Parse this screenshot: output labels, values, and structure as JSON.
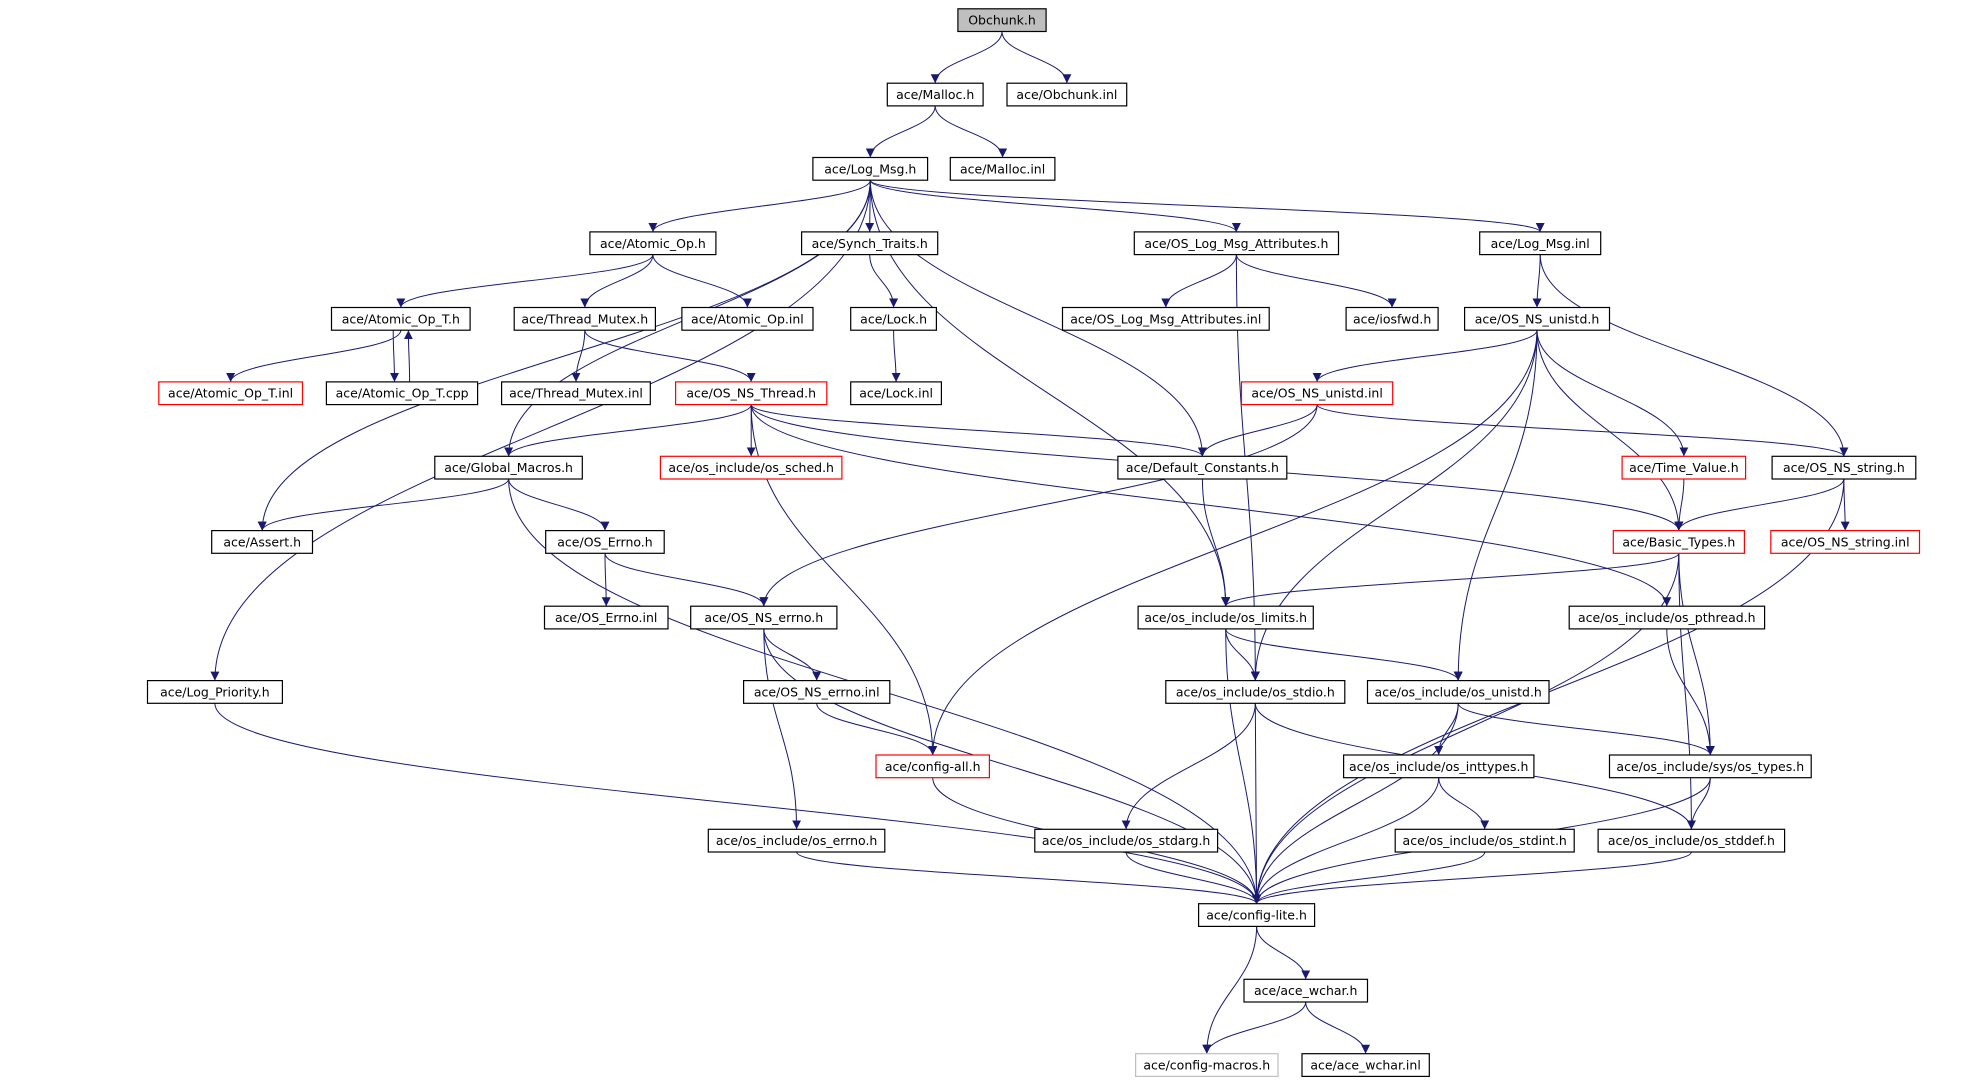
{
  "colors": {
    "edge": "#191970",
    "border_normal": "#000000",
    "border_truncated": "#ff0000",
    "border_undocumented": "#bfbfbf",
    "root_fill": "#bfbfbf",
    "fill": "#ffffff"
  },
  "nodes": [
    {
      "id": "n0",
      "label": "Obchunk.h",
      "style": "root"
    },
    {
      "id": "n1",
      "label": "ace/Malloc.h",
      "style": "normal"
    },
    {
      "id": "n2",
      "label": "ace/Obchunk.inl",
      "style": "normal"
    },
    {
      "id": "n3",
      "label": "ace/Log_Msg.h",
      "style": "normal"
    },
    {
      "id": "n4",
      "label": "ace/Malloc.inl",
      "style": "normal"
    },
    {
      "id": "n5",
      "label": "ace/Atomic_Op.h",
      "style": "normal"
    },
    {
      "id": "n6",
      "label": "ace/Synch_Traits.h",
      "style": "normal"
    },
    {
      "id": "n7",
      "label": "ace/OS_Log_Msg_Attributes.h",
      "style": "normal"
    },
    {
      "id": "n8",
      "label": "ace/Log_Msg.inl",
      "style": "normal"
    },
    {
      "id": "n9",
      "label": "ace/Atomic_Op_T.h",
      "style": "normal"
    },
    {
      "id": "n10",
      "label": "ace/Thread_Mutex.h",
      "style": "normal"
    },
    {
      "id": "n11",
      "label": "ace/Atomic_Op.inl",
      "style": "normal"
    },
    {
      "id": "n12",
      "label": "ace/Lock.h",
      "style": "normal"
    },
    {
      "id": "n13",
      "label": "ace/OS_Log_Msg_Attributes.inl",
      "style": "normal"
    },
    {
      "id": "n14",
      "label": "ace/iosfwd.h",
      "style": "normal"
    },
    {
      "id": "n15",
      "label": "ace/OS_NS_unistd.h",
      "style": "normal"
    },
    {
      "id": "n16",
      "label": "ace/Atomic_Op_T.inl",
      "style": "truncated"
    },
    {
      "id": "n17",
      "label": "ace/Atomic_Op_T.cpp",
      "style": "normal"
    },
    {
      "id": "n18",
      "label": "ace/Thread_Mutex.inl",
      "style": "normal"
    },
    {
      "id": "n19",
      "label": "ace/OS_NS_Thread.h",
      "style": "truncated"
    },
    {
      "id": "n20",
      "label": "ace/Lock.inl",
      "style": "normal"
    },
    {
      "id": "n21",
      "label": "ace/OS_NS_unistd.inl",
      "style": "truncated"
    },
    {
      "id": "n22",
      "label": "ace/Global_Macros.h",
      "style": "normal"
    },
    {
      "id": "n23",
      "label": "ace/os_include/os_sched.h",
      "style": "truncated"
    },
    {
      "id": "n24",
      "label": "ace/Default_Constants.h",
      "style": "normal"
    },
    {
      "id": "n25",
      "label": "ace/Time_Value.h",
      "style": "truncated"
    },
    {
      "id": "n26",
      "label": "ace/OS_NS_string.h",
      "style": "normal"
    },
    {
      "id": "n27",
      "label": "ace/Assert.h",
      "style": "normal"
    },
    {
      "id": "n28",
      "label": "ace/OS_Errno.h",
      "style": "normal"
    },
    {
      "id": "n29",
      "label": "ace/Basic_Types.h",
      "style": "truncated"
    },
    {
      "id": "n30",
      "label": "ace/OS_NS_string.inl",
      "style": "truncated"
    },
    {
      "id": "n31",
      "label": "ace/OS_Errno.inl",
      "style": "normal"
    },
    {
      "id": "n32",
      "label": "ace/OS_NS_errno.h",
      "style": "normal"
    },
    {
      "id": "n33",
      "label": "ace/os_include/os_limits.h",
      "style": "normal"
    },
    {
      "id": "n34",
      "label": "ace/os_include/os_pthread.h",
      "style": "normal"
    },
    {
      "id": "n35",
      "label": "ace/Log_Priority.h",
      "style": "normal"
    },
    {
      "id": "n36",
      "label": "ace/OS_NS_errno.inl",
      "style": "normal"
    },
    {
      "id": "n37",
      "label": "ace/os_include/os_stdio.h",
      "style": "normal"
    },
    {
      "id": "n38",
      "label": "ace/os_include/os_unistd.h",
      "style": "normal"
    },
    {
      "id": "n39",
      "label": "ace/config-all.h",
      "style": "truncated"
    },
    {
      "id": "n40",
      "label": "ace/os_include/os_inttypes.h",
      "style": "normal"
    },
    {
      "id": "n41",
      "label": "ace/os_include/sys/os_types.h",
      "style": "normal"
    },
    {
      "id": "n42",
      "label": "ace/os_include/os_errno.h",
      "style": "normal"
    },
    {
      "id": "n43",
      "label": "ace/os_include/os_stdarg.h",
      "style": "normal"
    },
    {
      "id": "n44",
      "label": "ace/os_include/os_stdint.h",
      "style": "normal"
    },
    {
      "id": "n45",
      "label": "ace/os_include/os_stddef.h",
      "style": "normal"
    },
    {
      "id": "n46",
      "label": "ace/config-lite.h",
      "style": "normal"
    },
    {
      "id": "n47",
      "label": "ace/ace_wchar.h",
      "style": "normal"
    },
    {
      "id": "n48",
      "label": "ace/config-macros.h",
      "style": "undocumented"
    },
    {
      "id": "n49",
      "label": "ace/ace_wchar.inl",
      "style": "normal"
    }
  ],
  "edges": [
    [
      "n0",
      "n1"
    ],
    [
      "n0",
      "n2"
    ],
    [
      "n1",
      "n3"
    ],
    [
      "n1",
      "n4"
    ],
    [
      "n3",
      "n5"
    ],
    [
      "n3",
      "n6"
    ],
    [
      "n3",
      "n7"
    ],
    [
      "n3",
      "n8"
    ],
    [
      "n3",
      "n22"
    ],
    [
      "n3",
      "n27"
    ],
    [
      "n3",
      "n35"
    ],
    [
      "n3",
      "n24"
    ],
    [
      "n3",
      "n33"
    ],
    [
      "n5",
      "n9"
    ],
    [
      "n5",
      "n10"
    ],
    [
      "n5",
      "n11"
    ],
    [
      "n6",
      "n12"
    ],
    [
      "n7",
      "n13"
    ],
    [
      "n7",
      "n14"
    ],
    [
      "n7",
      "n37"
    ],
    [
      "n8",
      "n15"
    ],
    [
      "n8",
      "n26"
    ],
    [
      "n9",
      "n16"
    ],
    [
      "n9",
      "n17"
    ],
    [
      "n17",
      "n9"
    ],
    [
      "n10",
      "n18"
    ],
    [
      "n10",
      "n19"
    ],
    [
      "n12",
      "n20"
    ],
    [
      "n15",
      "n21"
    ],
    [
      "n15",
      "n25"
    ],
    [
      "n15",
      "n29"
    ],
    [
      "n15",
      "n37"
    ],
    [
      "n15",
      "n38"
    ],
    [
      "n15",
      "n39"
    ],
    [
      "n19",
      "n22"
    ],
    [
      "n19",
      "n23"
    ],
    [
      "n19",
      "n24"
    ],
    [
      "n19",
      "n29"
    ],
    [
      "n19",
      "n34"
    ],
    [
      "n19",
      "n39"
    ],
    [
      "n21",
      "n24"
    ],
    [
      "n21",
      "n26"
    ],
    [
      "n21",
      "n32"
    ],
    [
      "n22",
      "n27"
    ],
    [
      "n22",
      "n28"
    ],
    [
      "n22",
      "n46"
    ],
    [
      "n24",
      "n33"
    ],
    [
      "n25",
      "n29"
    ],
    [
      "n26",
      "n29"
    ],
    [
      "n26",
      "n30"
    ],
    [
      "n26",
      "n46"
    ],
    [
      "n28",
      "n31"
    ],
    [
      "n28",
      "n32"
    ],
    [
      "n29",
      "n33"
    ],
    [
      "n29",
      "n41"
    ],
    [
      "n29",
      "n45"
    ],
    [
      "n29",
      "n46"
    ],
    [
      "n32",
      "n36"
    ],
    [
      "n32",
      "n42"
    ],
    [
      "n32",
      "n46"
    ],
    [
      "n33",
      "n37"
    ],
    [
      "n33",
      "n38"
    ],
    [
      "n33",
      "n46"
    ],
    [
      "n34",
      "n41"
    ],
    [
      "n35",
      "n46"
    ],
    [
      "n36",
      "n39"
    ],
    [
      "n37",
      "n43"
    ],
    [
      "n37",
      "n46"
    ],
    [
      "n37",
      "n45"
    ],
    [
      "n38",
      "n40"
    ],
    [
      "n38",
      "n41"
    ],
    [
      "n38",
      "n46"
    ],
    [
      "n39",
      "n46"
    ],
    [
      "n40",
      "n44"
    ],
    [
      "n40",
      "n46"
    ],
    [
      "n41",
      "n45"
    ],
    [
      "n41",
      "n46"
    ],
    [
      "n42",
      "n46"
    ],
    [
      "n43",
      "n46"
    ],
    [
      "n44",
      "n46"
    ],
    [
      "n45",
      "n46"
    ],
    [
      "n46",
      "n47"
    ],
    [
      "n46",
      "n48"
    ],
    [
      "n47",
      "n48"
    ],
    [
      "n47",
      "n49"
    ]
  ]
}
